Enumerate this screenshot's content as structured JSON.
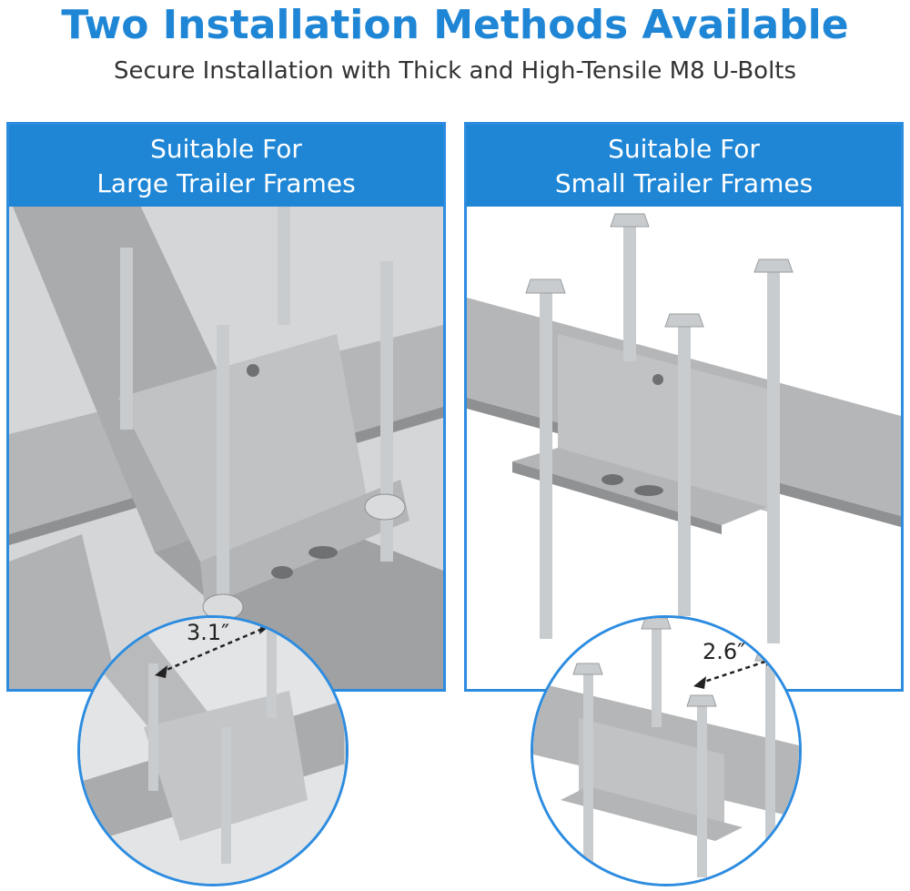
{
  "header": {
    "title": "Two Installation Methods Available",
    "subtitle": "Secure Installation with Thick and High-Tensile M8 U-Bolts"
  },
  "panels": [
    {
      "heading_line1": "Suitable For",
      "heading_line2": "Large Trailer Frames",
      "dimension": "3.1″"
    },
    {
      "heading_line1": "Suitable For",
      "heading_line2": "Small Trailer Frames",
      "dimension": "2.6″"
    }
  ],
  "colors": {
    "accent": "#1f86d6",
    "panel_border": "#2d8ce0",
    "steel": "#a9abad",
    "bolt": "#c9ccce"
  }
}
